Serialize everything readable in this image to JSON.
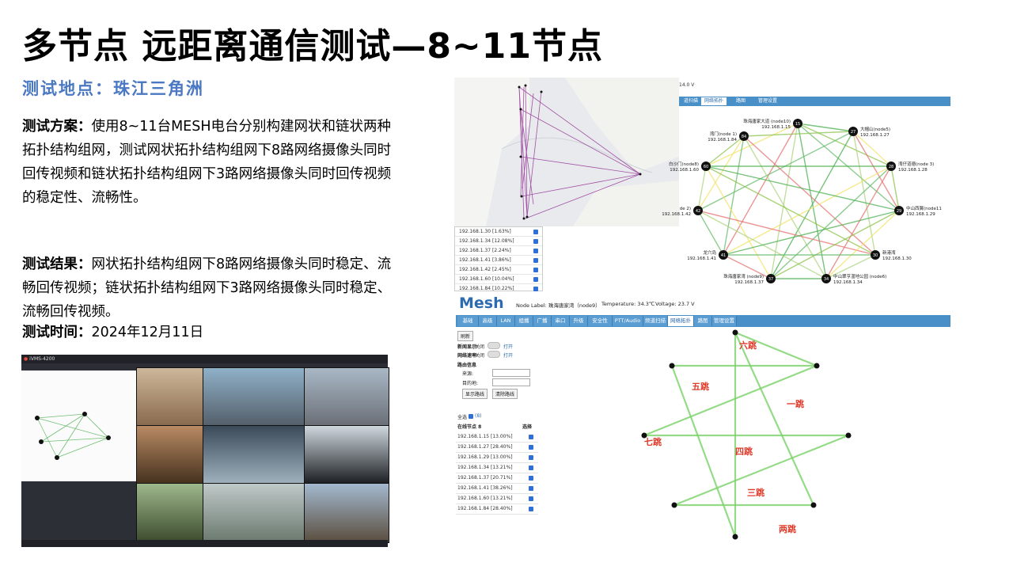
{
  "slide": {
    "title": "多节点 远距离通信测试—8~11节点",
    "subtitle": "测试地点：珠江三角洲",
    "plan_label": "测试方案：",
    "plan_text": "使用8~11台MESH电台分别构建网状和链状两种拓扑结构组网，测试网状拓扑结构组网下8路网络摄像头同时回传视频和链状拓扑结构组网下3路网络摄像头同时回传视频的稳定性、流畅性。",
    "result_label": "测试结果：",
    "result_text": "网状拓扑结构组网下8路网络摄像头同时稳定、流畅回传视频；链状拓扑结构组网下3路网络摄像头同时稳定、流畅回传视频。",
    "time_label": "测试时间：",
    "time_text": "2024年12月11日"
  },
  "nvr": {
    "app_title": "iVMS-4200"
  },
  "ip_table": {
    "rows": [
      "192.168.1.30 [1.63%]",
      "192.168.1.34 [12.08%]",
      "192.168.1.37 [2.24%]",
      "192.168.1.41 [3.86%]",
      "192.168.1.42 [2.45%]",
      "192.168.1.60 [10.04%]",
      "192.168.1.84 [10.22%]"
    ]
  },
  "topo": {
    "voltage_top": "14.0 V",
    "tabs": [
      "道扫描",
      "网络拓扑",
      "路图",
      "管理设置"
    ],
    "nodes": [
      {
        "id": "15",
        "label": "珠海唐家大道 (node10)",
        "ip": "192.168.1.15"
      },
      {
        "id": "27",
        "label": "大帽山(node5)",
        "ip": "192.168.1.27"
      },
      {
        "id": "84",
        "label": "湾门(node 1)",
        "ip": "192.168.1.84"
      },
      {
        "id": "28",
        "label": "湾仔道德(node 3)",
        "ip": "192.168.1.28"
      },
      {
        "id": "60",
        "label": "白沙门(node8)",
        "ip": "192.168.1.60"
      },
      {
        "id": "42",
        "label": "de 2)",
        "ip": "192.168.1.42"
      },
      {
        "id": "29",
        "label": "中山西翼(node11",
        "ip": "192.168.1.29"
      },
      {
        "id": "41",
        "label": "龙穴岛",
        "ip": "192.168.1.41"
      },
      {
        "id": "30",
        "label": "新港湾",
        "ip": "192.168.1.30"
      },
      {
        "id": "37",
        "label": "珠海唐家湾 (node9)",
        "ip": "192.168.1.37"
      },
      {
        "id": "34",
        "label": "中山翠亨湿地公园 (node6)",
        "ip": "192.168.1.34"
      }
    ]
  },
  "mesh": {
    "logo": "Mesh",
    "node_label": "Node Label: 珠海唐家湾（node9）",
    "temperature": "Temperature: 34.3℃",
    "voltage": "Voltage: 23.7 V",
    "tabs": [
      "基础",
      "高级",
      "LAN",
      "组播",
      "广播",
      "串口",
      "升级",
      "安全性",
      "PTT/Audio",
      "频道扫描",
      "网络拓扑",
      "路图",
      "管理设置"
    ],
    "active_tab": "网络拓扑",
    "refresh": "刷新",
    "link_quality_label": "新闻显示",
    "link_quality_state": "关闭",
    "link_quality_open": "打开",
    "rate_label": "网络速率",
    "rate_state": "关闭",
    "rate_open": "打开",
    "route_info": "路由信息",
    "source_label": "来源:",
    "dest_label": "目的地:",
    "show_route": "显示路线",
    "clear_route": "清除路线",
    "select_all": "全选",
    "online_count": "(8)",
    "col_online": "在线节点 8",
    "col_select": "选择",
    "online_nodes": [
      "192.168.1.15 [13.00%]",
      "192.168.1.27 [28.40%]",
      "192.168.1.29 [13.00%]",
      "192.168.1.34 [13.21%]",
      "192.168.1.37 [20.71%]",
      "192.168.1.41 [38.26%]",
      "192.168.1.60 [13.21%]",
      "192.168.1.84 [28.40%]"
    ],
    "hops": [
      "六跳",
      "五跳",
      "一跳",
      "七跳",
      "四跳",
      "三跳",
      "两跳"
    ]
  }
}
